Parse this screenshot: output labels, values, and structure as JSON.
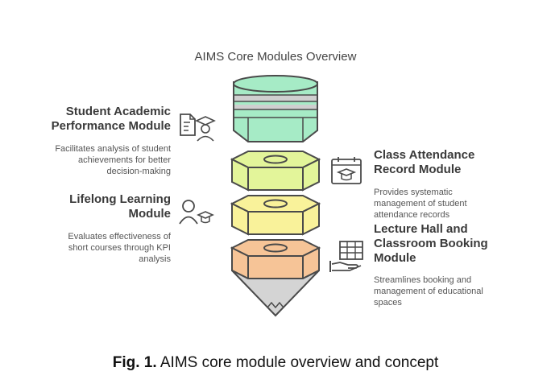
{
  "title": "AIMS Core Modules Overview",
  "modules": [
    {
      "title_lines": [
        "Student Academic",
        "Performance Module"
      ],
      "desc_lines": [
        "Facilitates analysis of student",
        "achievements for better",
        "decision-making"
      ],
      "icon": "document-graduate-icon",
      "color": "#a6ebc6"
    },
    {
      "title_lines": [
        "Class Attendance",
        "Record Module"
      ],
      "desc_lines": [
        "Provides systematic",
        "management of student",
        "attendance records"
      ],
      "icon": "calendar-graduation-cap-icon",
      "color": "#e3f59a"
    },
    {
      "title_lines": [
        "Lifelong Learning",
        "Module"
      ],
      "desc_lines": [
        "Evaluates effectiveness of",
        "short courses through KPI",
        "analysis"
      ],
      "icon": "person-graduation-cap-icon",
      "color": "#f9f29a"
    },
    {
      "title_lines": [
        "Lecture Hall and",
        "Classroom Booking",
        "Module"
      ],
      "desc_lines": [
        "Streamlines booking and",
        "management of educational",
        "spaces"
      ],
      "icon": "table-hand-icon",
      "color": "#f6c497"
    }
  ],
  "caption": {
    "label": "Fig. 1.",
    "text": " AIMS core module overview and concept"
  },
  "colors": {
    "stroke": "#4a4a4a",
    "tip": "#d4d4d4",
    "gray_band": "#cfcfcf"
  }
}
